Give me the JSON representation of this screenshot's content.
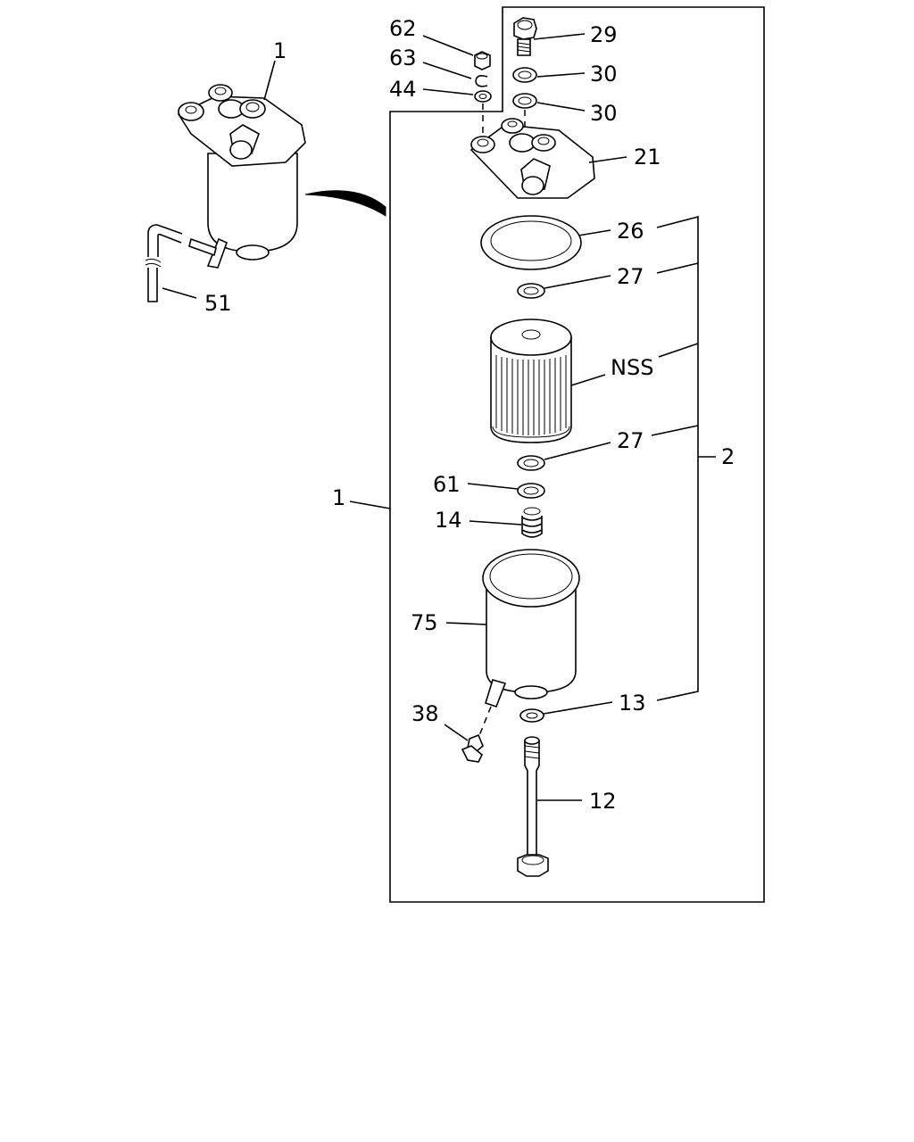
{
  "labels": {
    "l1_top": "1",
    "l51": "51",
    "l62": "62",
    "l63": "63",
    "l44": "44",
    "l29": "29",
    "l30a": "30",
    "l30b": "30",
    "l21": "21",
    "l26": "26",
    "l27a": "27",
    "lnss": "NSS",
    "l27b": "27",
    "l2": "2",
    "l61": "61",
    "l1_left": "1",
    "l14": "14",
    "l75": "75",
    "l38": "38",
    "l13": "13",
    "l12": "12"
  }
}
